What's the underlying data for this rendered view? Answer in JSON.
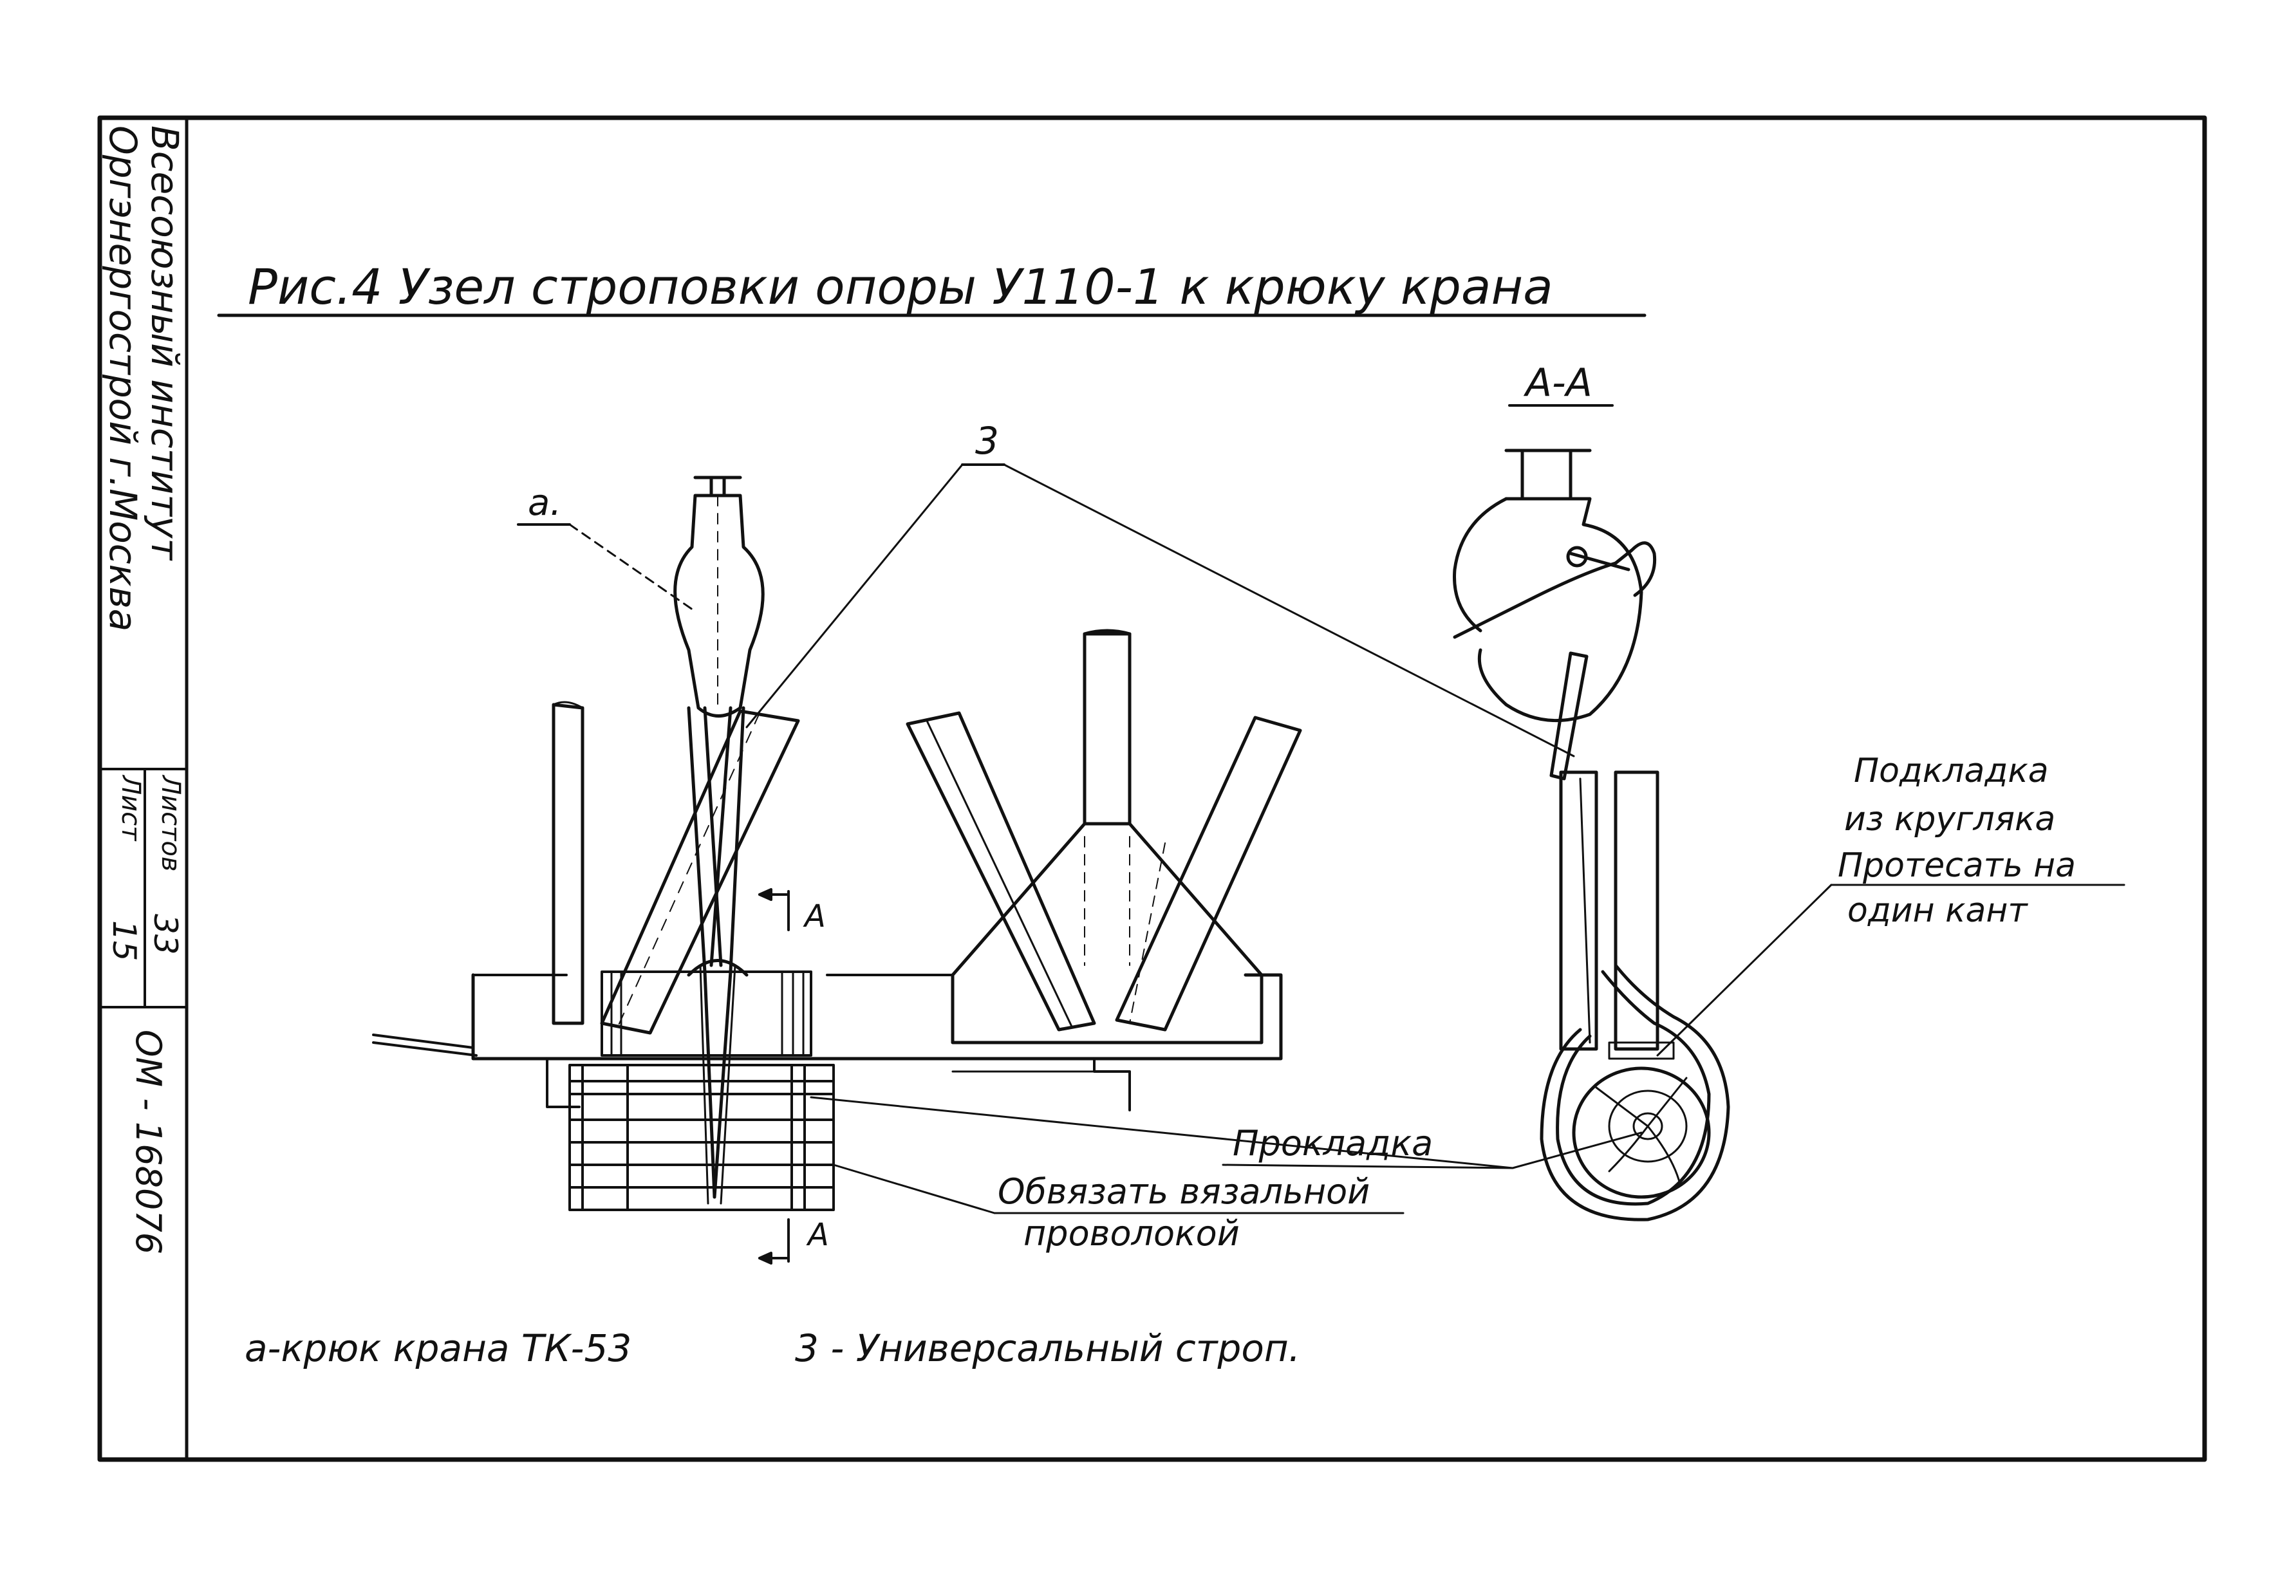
{
  "title": "Рис.4  Узел строповки опоры У110-1  к крюку крана",
  "side_stamp": {
    "org_line1": "Всесоюзный институт",
    "org_line2": "Оргэнергострой  г.Москва",
    "sheets_label": "Листов",
    "sheets_value": "33",
    "sheet_label": "Лист",
    "sheet_value": "15",
    "doc_code": "ОМ - 168076"
  },
  "labels": {
    "hook": "а.",
    "sling": "3",
    "section_title": "А-А",
    "section_mark_top": "А",
    "section_mark_bottom": "А",
    "pad_from_round_line1": "Подкладка",
    "pad_from_round_line2": "из кругляка",
    "pad_from_round_line3": "Протесать на",
    "pad_from_round_line4": "один кант",
    "spacer": "Прокладка",
    "tie_wire_line1": "Обвязать вязальной",
    "tie_wire_line2": "проволокой"
  },
  "legend": {
    "hook_note": "а-крюк  крана ТК-53",
    "sling_note": "3 - Универсальный строп."
  }
}
